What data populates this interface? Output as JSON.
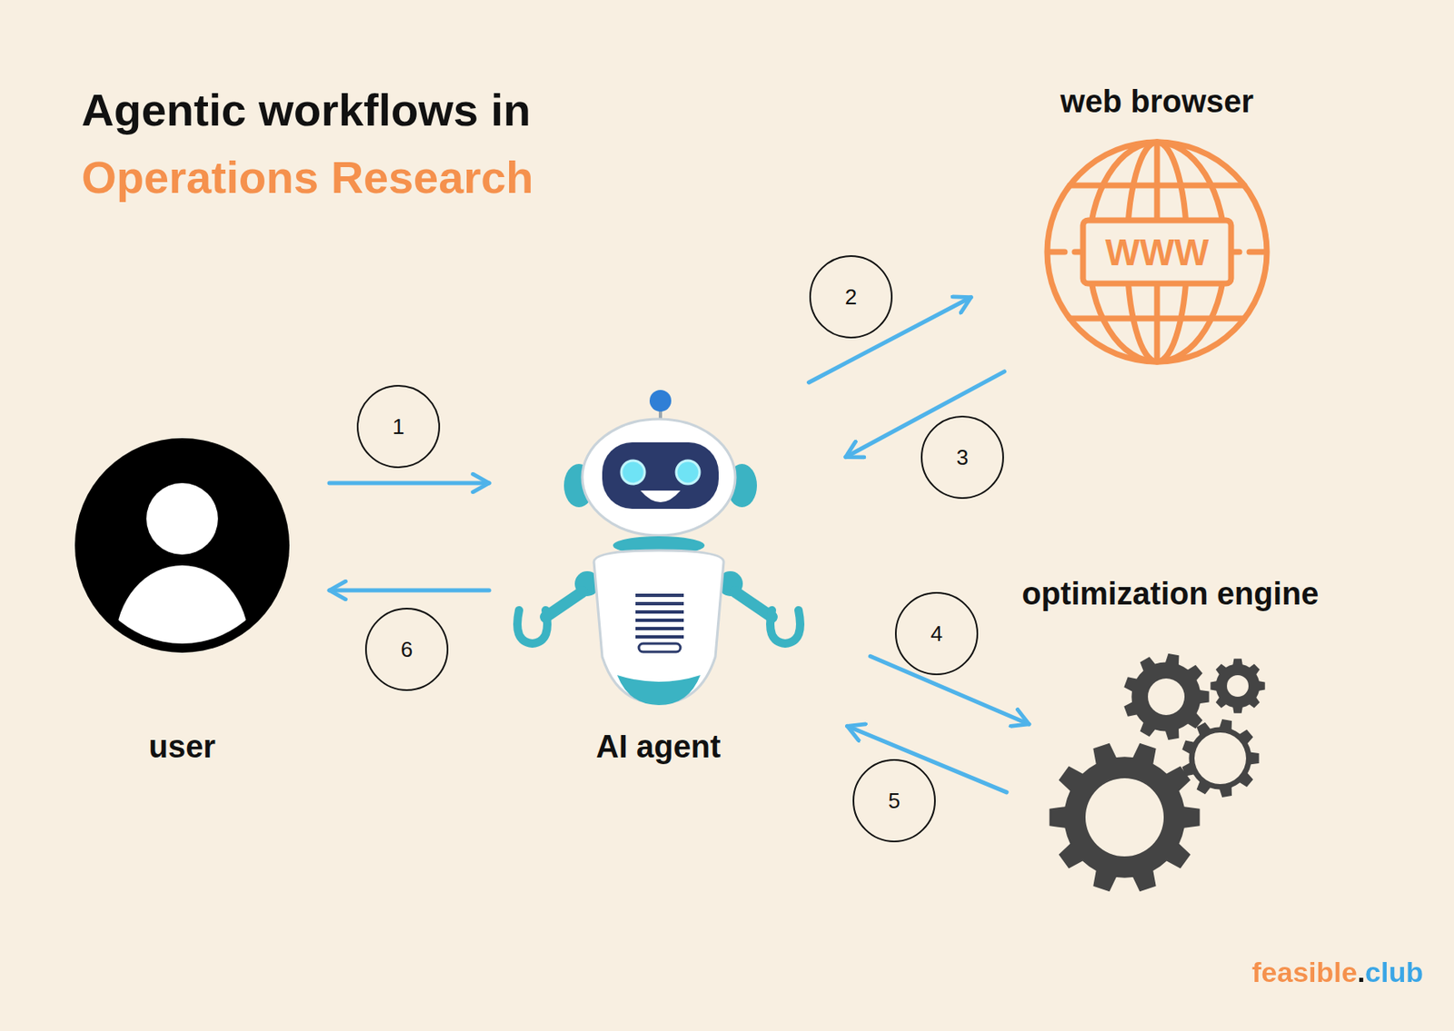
{
  "diagram": {
    "title": "Agentic workflows in Operations Research",
    "nodes": [
      {
        "text": [
          "user"
        ]
      },
      {
        "text": [
          "AI agent"
        ]
      },
      {
        "text": [
          "web browser"
        ]
      },
      {
        "text": [
          "optimization engine"
        ]
      }
    ],
    "edges": [
      {
        "from": 0,
        "to": 1,
        "arrow": "to"
      },
      {
        "from": 1,
        "to": 2,
        "arrow": "to"
      },
      {
        "from": 2,
        "to": 1,
        "arrow": "to"
      },
      {
        "from": 1,
        "to": 3,
        "arrow": "to"
      },
      {
        "from": 3,
        "to": 1,
        "arrow": "to"
      },
      {
        "from": 1,
        "to": 0,
        "arrow": "to"
      }
    ],
    "labels": [
      "WWW",
      "1",
      "2",
      "3",
      "4",
      "5",
      "6",
      "feasible.club"
    ]
  }
}
